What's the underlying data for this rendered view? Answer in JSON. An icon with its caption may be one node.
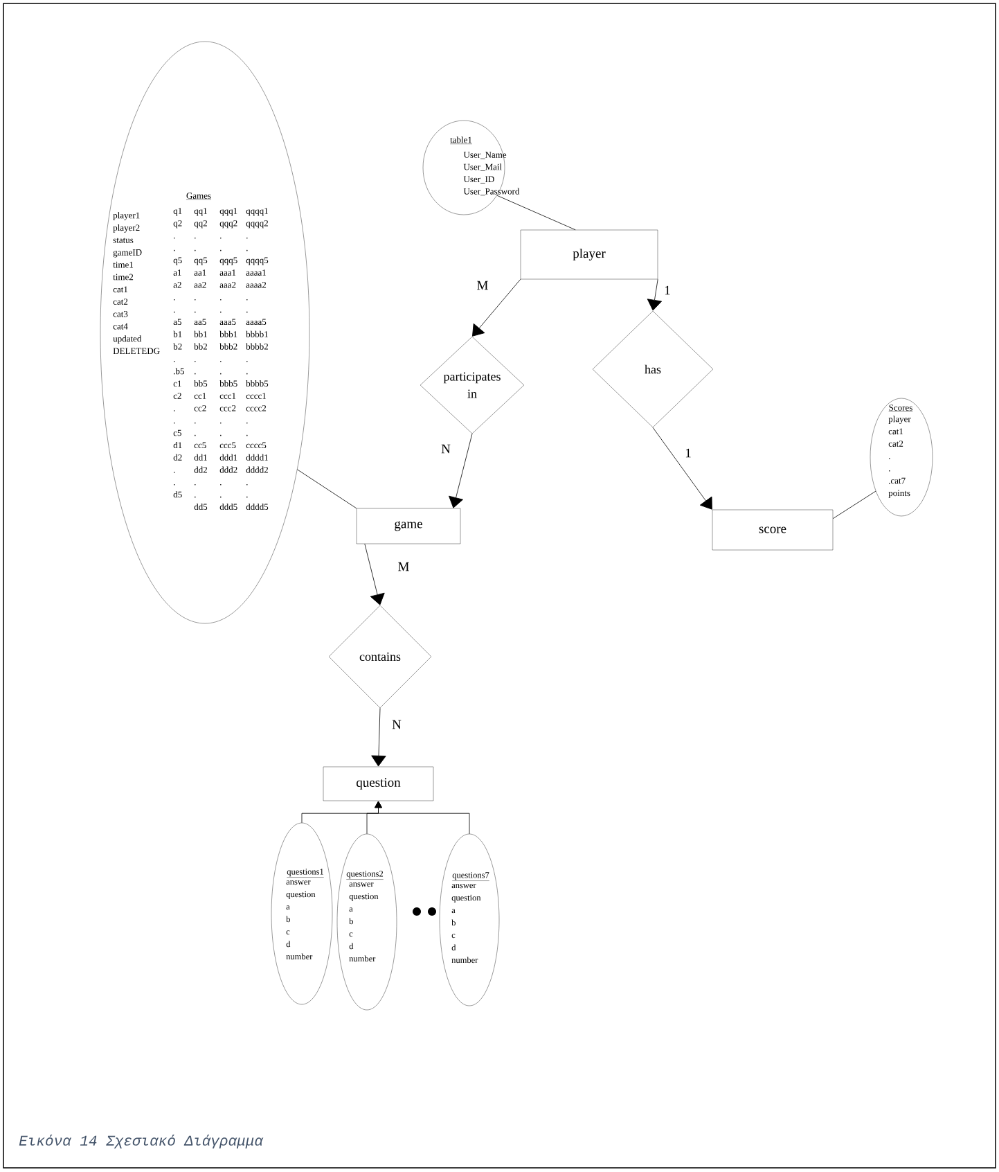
{
  "diagram": {
    "caption": "Εικόνα 14 Σχεσιακό Διάγραμμα",
    "nodes": [
      {
        "text": [
          "Games",
          "player1 player2 status gameID time1 time2 cat1 cat2 cat3 cat4 updated DELETEDG",
          "q1 q2 . . q5 a1 a2 . . a5 b1 b2 . .b5 c1 c2 . . c5 d1 d2 . . d5",
          "qq1 qq2 . . qq5 aa1 aa2 . . aa5 bb1 bb2 . . bb5 cc1 cc2 . . cc5 dd1 dd2 . . dd5",
          "qqq1 qqq2 . . qqq5 aaa1 aaa2 . . aaa5 bbb1 bbb2 . . bbb5 ccc1 ccc2 . . ccc5 ddd1 ddd2 . . ddd5",
          "qqqq1 qqqq2 . . qqqq5 aaaa1 aaaa2 . . aaaa5 bbbb1 bbbb2 . . bbbb5 cccc1 cccc2 . . cccc5 dddd1 dddd2 . . dddd5"
        ]
      },
      {
        "text": [
          "table1",
          "User_Name User_Mail User_ID User_Password"
        ]
      },
      {
        "text": [
          "player"
        ]
      },
      {
        "text": [
          "participates in"
        ]
      },
      {
        "text": [
          "has"
        ]
      },
      {
        "text": [
          "game"
        ]
      },
      {
        "text": [
          "score"
        ]
      },
      {
        "text": [
          "Scores",
          "player cat1 cat2 . . .cat7 points"
        ]
      },
      {
        "text": [
          "contains"
        ]
      },
      {
        "text": [
          "question"
        ]
      },
      {
        "text": [
          "questions1",
          "answer question a b c d number"
        ]
      },
      {
        "text": [
          "questions2",
          "answer question a b c d number"
        ]
      },
      {
        "text": [
          "questions7",
          "answer question a b c d number"
        ]
      }
    ],
    "edges": [
      {
        "from": 0,
        "to": 5,
        "arrow": "none"
      },
      {
        "from": 1,
        "to": 2,
        "arrow": "none"
      },
      {
        "from": 7,
        "to": 6,
        "arrow": "none"
      },
      {
        "from": 2,
        "to": 3,
        "arrow": "to",
        "label": "M"
      },
      {
        "from": 3,
        "to": 5,
        "arrow": "to",
        "label": "N"
      },
      {
        "from": 2,
        "to": 4,
        "arrow": "to",
        "label": "1"
      },
      {
        "from": 4,
        "to": 6,
        "arrow": "to",
        "label": "1"
      },
      {
        "from": 5,
        "to": 8,
        "arrow": "to",
        "label": "M"
      },
      {
        "from": 8,
        "to": 9,
        "arrow": "to",
        "label": "N"
      },
      {
        "from": 10,
        "to": 9,
        "arrow": "to"
      },
      {
        "from": 11,
        "to": 9,
        "arrow": "to"
      },
      {
        "from": 12,
        "to": 9,
        "arrow": "to"
      }
    ]
  }
}
